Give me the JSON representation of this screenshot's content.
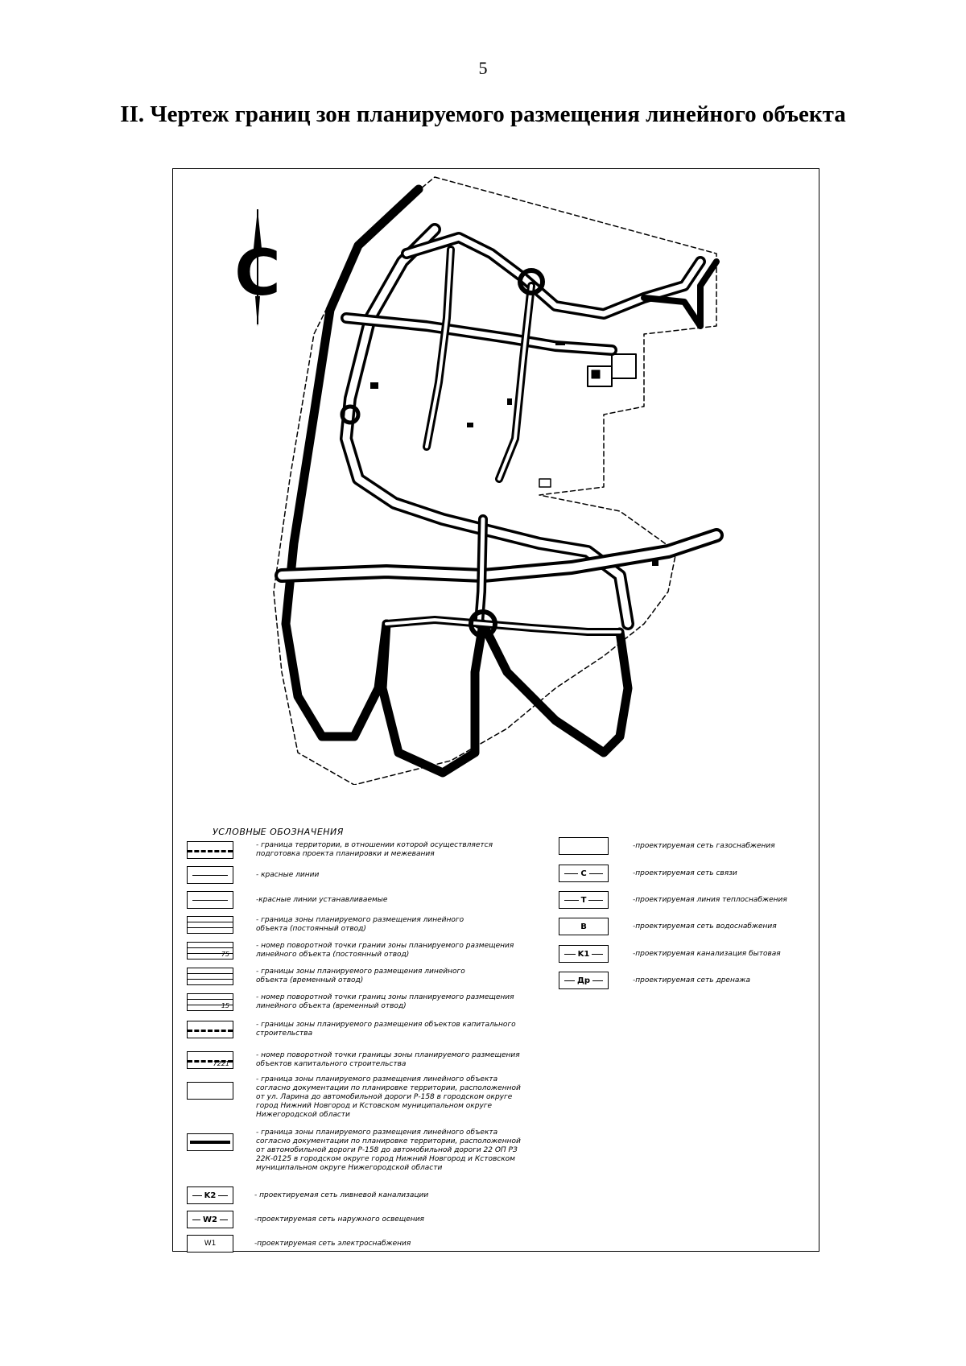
{
  "page_number": "5",
  "title": "II. Чертеж границ зон планируемого размещения линейного объекта",
  "north_arrow": {
    "label": "С",
    "icon": "north-arrow-icon"
  },
  "legend": {
    "title": "УСЛОВНЫЕ ОБОЗНАЧЕНИЯ",
    "left_items": [
      {
        "symbol": "dash-thick",
        "code": "",
        "text": "- граница территории, в отношении которой осуществляется подготовка проекта планировки и межевания"
      },
      {
        "symbol": "line",
        "code": "",
        "text": "- красные линии"
      },
      {
        "symbol": "line",
        "code": "",
        "text": "-красные линии устанавливаемые"
      },
      {
        "symbol": "double",
        "code": "",
        "text": "- граница зоны планируемого размещения линейного объекта (постоянный отвод)"
      },
      {
        "symbol": "point",
        "code": "75",
        "text": "- номер поворотной точки грании зоны планируемого размещения линейного объекта (постоянный отвод)"
      },
      {
        "symbol": "double",
        "code": "",
        "text": "- границы зоны планируемого размещения линейного объекта (временный отвод)"
      },
      {
        "symbol": "point",
        "code": "15",
        "text": "- номер поворотной точки границ зоны планируемого размещения линейного объекта (временный отвод)"
      },
      {
        "symbol": "dash-thick",
        "code": "",
        "text": "- границы зоны планируемого размещения объектов капитального строительства"
      },
      {
        "symbol": "point",
        "code": "7221",
        "text": "- номер поворотной точки границы зоны планируемого размещения объектов капитального строительства"
      },
      {
        "symbol": "empty",
        "code": "",
        "text": "- граница зоны планируемого размещения линейного объекта согласно документации по планировке территории, расположенной от ул. Ларина до автомобильной дороги Р-158 в городском округе город Нижний Новгород и Кстовском муниципальном округе Нижегородской области"
      },
      {
        "symbol": "thick",
        "code": "",
        "text": "- граница зоны планируемого размещения линейного объекта согласно документации по планировке территории, расположенной от автомобильной дороги Р-158 до автомобильной дороги 22 ОП РЗ 22К-0125 в городском округе город Нижний Новгород и Кстовском муниципальном округе Нижегородской области"
      },
      {
        "symbol": "code",
        "code": "K2",
        "text": "- проектируемая сеть ливневой канализации"
      },
      {
        "symbol": "code",
        "code": "W2",
        "text": "-проектируемая сеть наружного освещения"
      },
      {
        "symbol": "code-plain",
        "code": "W1",
        "text": "-проектируемая сеть электроснабжения"
      }
    ],
    "right_items": [
      {
        "symbol": "empty",
        "code": "",
        "text": "-проектируемая сеть газоснабжения"
      },
      {
        "symbol": "code",
        "code": "C",
        "text": "-проектируемая сеть связи"
      },
      {
        "symbol": "code",
        "code": "T",
        "text": "-проектируемая линия теплоснабжения"
      },
      {
        "symbol": "code-plain",
        "code": "В",
        "text": "-проектируемая сеть водоснабжения"
      },
      {
        "symbol": "code",
        "code": "K1",
        "text": "-проектируемая канализация бытовая"
      },
      {
        "symbol": "code",
        "code": "Др",
        "text": "-проектируемая сеть дренажа"
      }
    ]
  }
}
